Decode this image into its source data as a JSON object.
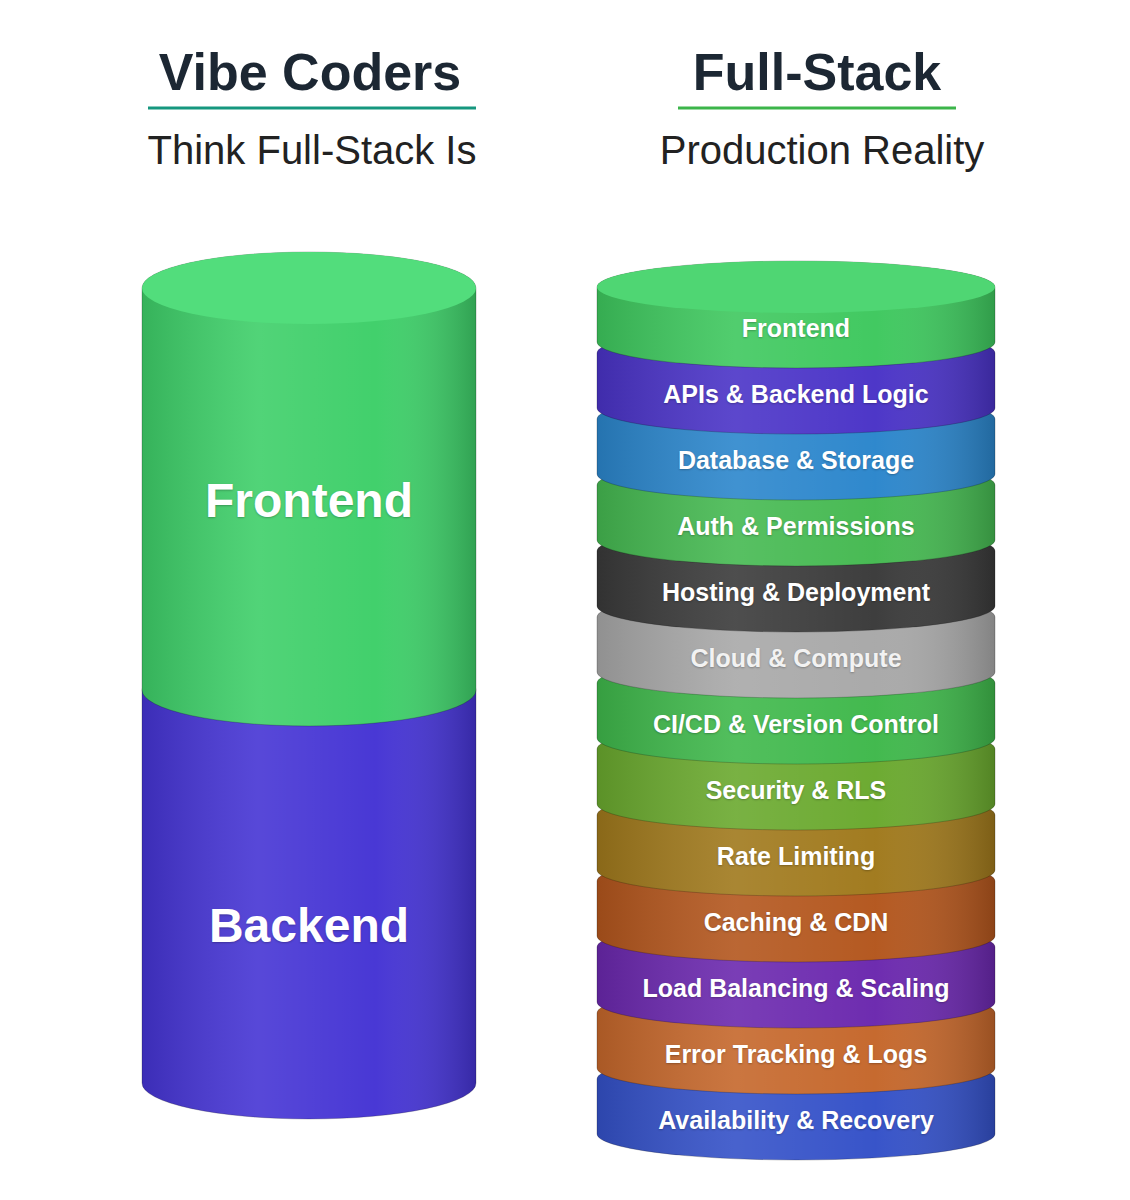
{
  "diagram": {
    "nodes": [
      {
        "text": [
          "Frontend"
        ]
      },
      {
        "text": [
          "Backend"
        ]
      },
      {
        "text": [
          "Frontend"
        ]
      },
      {
        "text": [
          "APIs & Backend Logic"
        ]
      },
      {
        "text": [
          "Database & Storage"
        ]
      },
      {
        "text": [
          "Auth & Permissions"
        ]
      },
      {
        "text": [
          "Hosting & Deployment"
        ]
      },
      {
        "text": [
          "Cloud & Compute"
        ]
      },
      {
        "text": [
          "CI/CD & Version Control"
        ]
      },
      {
        "text": [
          "Security & RLS"
        ]
      },
      {
        "text": [
          "Rate Limiting"
        ]
      },
      {
        "text": [
          "Caching & CDN"
        ]
      },
      {
        "text": [
          "Load Balancing & Scaling"
        ]
      },
      {
        "text": [
          "Error Tracking & Logs"
        ]
      },
      {
        "text": [
          "Availability & Recovery"
        ]
      }
    ],
    "labels": [
      "Vibe Coders",
      "Think Full-Stack Is",
      "Full-Stack",
      "Production Reality"
    ]
  }
}
